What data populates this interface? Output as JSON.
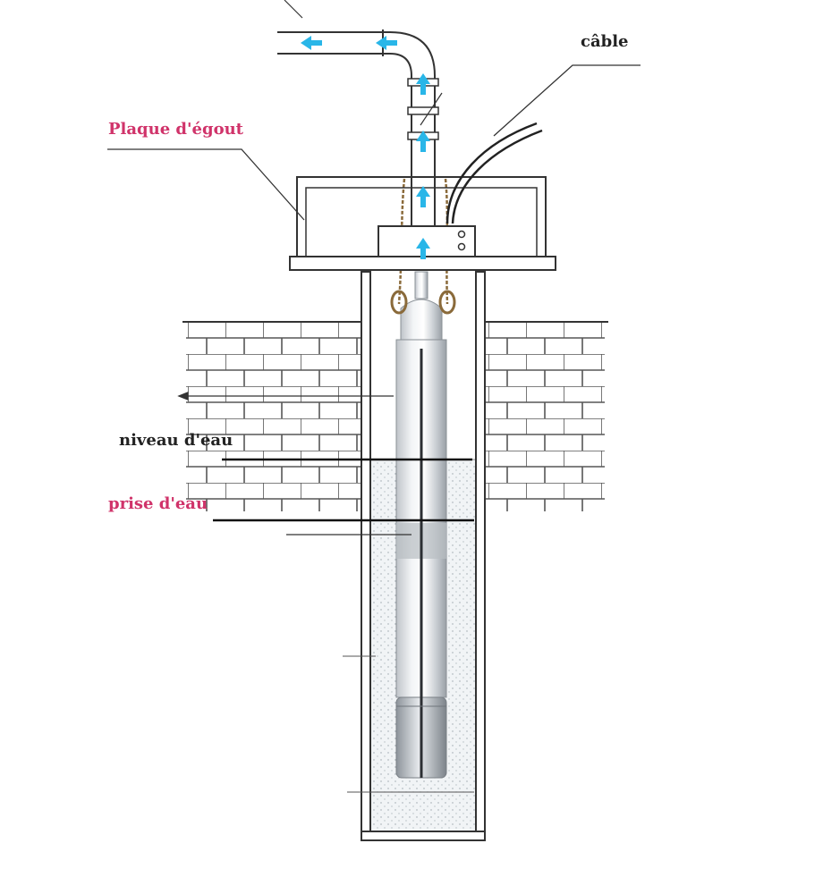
{
  "labels": {
    "cable": "câble",
    "manhole_plate": "Plaque d'égout",
    "water_level": "niveau d'eau",
    "water_intake": "prise d'eau"
  },
  "colors": {
    "label_pink": "#d0336a",
    "label_dark": "#222222",
    "flow_arrow": "#29b6e8",
    "line": "#333333",
    "rope": "#8a6a3a",
    "water_fill": "#eef2f5"
  }
}
